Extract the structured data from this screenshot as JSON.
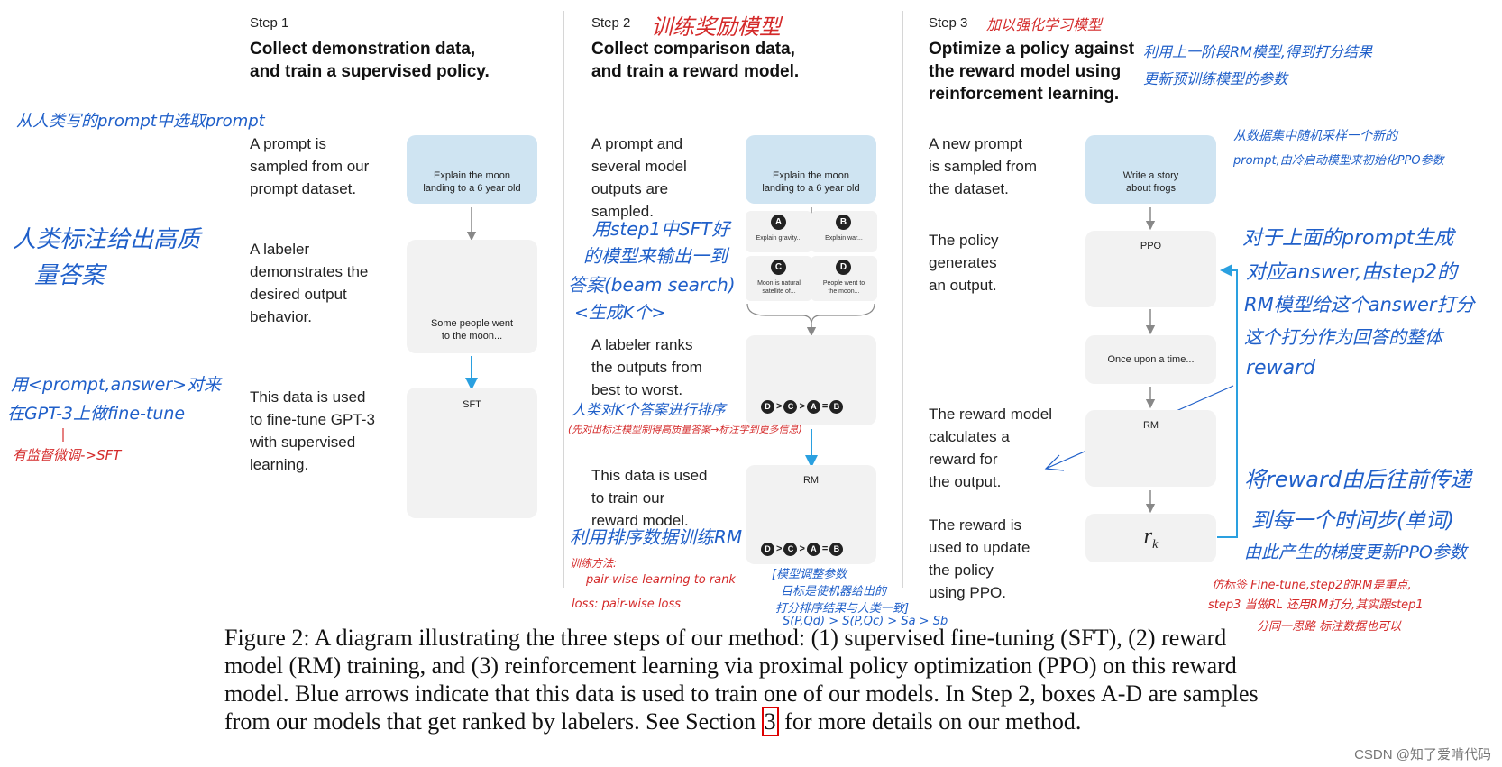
{
  "colors": {
    "blue_box": "#cfe4f2",
    "grey_box": "#f2f2f2",
    "arrow": "#888888",
    "blue_arrow": "#2aa0e0",
    "note_blue": "#1f5fc9",
    "note_red": "#d42a2a"
  },
  "step1": {
    "label": "Step 1",
    "title_l1": "Collect demonstration data,",
    "title_l2": "and train a supervised policy.",
    "d1": [
      "A prompt is",
      "sampled from our",
      "prompt dataset."
    ],
    "d2": [
      "A labeler",
      "demonstrates the",
      "desired output",
      "behavior."
    ],
    "d3": [
      "This data is used",
      "to fine-tune GPT-3",
      "with supervised",
      "learning."
    ],
    "prompt_l1": "Explain the moon",
    "prompt_l2": "landing to a 6 year old",
    "demo_l1": "Some people went",
    "demo_l2": "to the moon...",
    "model": "SFT"
  },
  "step2": {
    "label": "Step 2",
    "title_l1": "Collect comparison data,",
    "title_l2": "and train a reward model.",
    "d1": [
      "A prompt and",
      "several model",
      "outputs are",
      "sampled."
    ],
    "d2": [
      "A labeler ranks",
      "the outputs from",
      "best to worst."
    ],
    "d3": [
      "This data is used",
      "to train our",
      "reward model."
    ],
    "prompt_l1": "Explain the moon",
    "prompt_l2": "landing to a 6 year old",
    "cards": [
      {
        "letter": "A",
        "t1": "Explain gravity...",
        "t2": ""
      },
      {
        "letter": "B",
        "t1": "Explain war...",
        "t2": ""
      },
      {
        "letter": "C",
        "t1": "Moon is natural",
        "t2": "satellite of..."
      },
      {
        "letter": "D",
        "t1": "People went to",
        "t2": "the moon..."
      }
    ],
    "ranking": [
      "D",
      ">",
      "C",
      ">",
      "A",
      "=",
      "B"
    ],
    "model": "RM"
  },
  "step3": {
    "label": "Step 3",
    "title_l1": "Optimize a policy against",
    "title_l2": "the reward model using",
    "title_l3": "reinforcement learning.",
    "d1": [
      "A new prompt",
      "is sampled from",
      "the dataset."
    ],
    "d2": [
      "The policy",
      "generates",
      "an output."
    ],
    "d3": [
      "The reward model",
      "calculates a",
      "reward for",
      "the output."
    ],
    "d4": [
      "The reward is",
      "used to update",
      "the policy",
      "using PPO."
    ],
    "prompt_l1": "Write a story",
    "prompt_l2": "about frogs",
    "policy": "PPO",
    "output": "Once upon a time...",
    "rm": "RM",
    "reward": "r",
    "reward_sub": "k"
  },
  "caption": {
    "before": "Figure 2: A diagram illustrating the three steps of our method: (1) supervised fine-tuning (SFT), (2) reward model (RM) training, and (3) reinforcement learning via proximal policy optimization (PPO) on this reward model. Blue arrows indicate that this data is used to train one of our models. In Step 2, boxes A-D are samples from our models that get ranked by labelers. See Section ",
    "ref": "3",
    "after": " for more details on our method."
  },
  "notes": {
    "n1": "从人类写的prompt中选取prompt",
    "n2a": "人类标注给出高质",
    "n2b": "量答案",
    "n3a": "用<prompt,answer>对来",
    "n3b": "在GPT-3上做fine-tune",
    "n4": "有监督微调->SFT",
    "n5": "训练奖励模型",
    "n6a": "用step1中SFT好",
    "n6b": "的模型来输出一到",
    "n6c": "答案(beam search)",
    "n6d": "<生成K个>",
    "n7": "人类对K个答案进行排序",
    "n8": "(先对出标注模型制得高质量答案→标注学到更多信息)",
    "n9": "利用排序数据训练RM",
    "n10a": "训练方法:",
    "n10b": "pair-wise  learning to rank",
    "n10c": "loss: pair-wise  loss",
    "n11a": "[模型调整参数",
    "n11b": "目标是使机器给出的",
    "n11c": "打分排序结果与人类一致]",
    "n11d": "S(P,Qd) > S(P,Qc) > Sa > Sb",
    "n12": "加以强化学习模型",
    "n13a": "利用上一阶段RM模型,得到打分结果",
    "n13b": "更新预训练模型的参数",
    "n14a": "从数据集中随机采样一个新的",
    "n14b": "prompt,由冷启动模型来初始化PPO参数",
    "n15a": "对于上面的prompt生成",
    "n15b": "对应answer,由step2的",
    "n15c": "RM模型给这个answer打分",
    "n15d": "这个打分作为回答的整体",
    "n15e": "reward",
    "n16a": "将reward由后往前传递",
    "n16b": "到每一个时间步(单词)",
    "n16c": "由此产生的梯度更新PPO参数",
    "n17a": "仿标签 Fine-tune,step2的RM是重点,",
    "n17b": "step3 当做RL 还用RM打分,其实跟step1",
    "n17c": "分同一思路 标注数据也可以"
  },
  "watermark": "CSDN @知了爱啃代码"
}
